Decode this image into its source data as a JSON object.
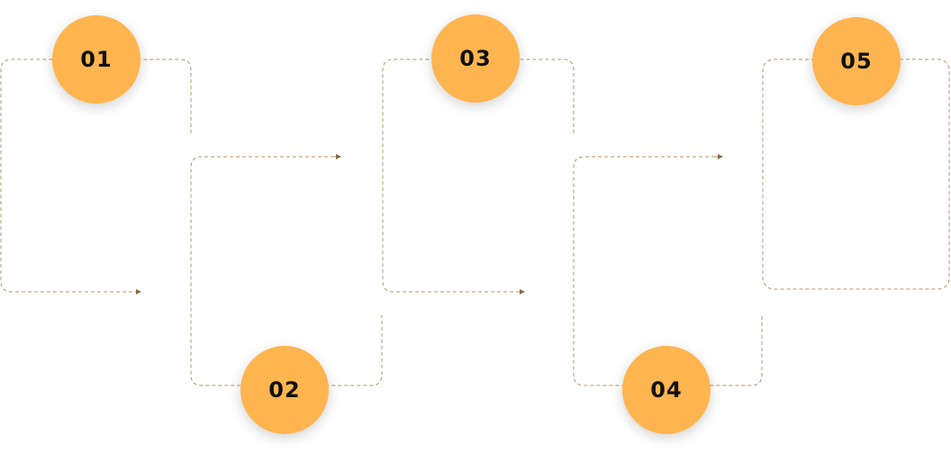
{
  "colors": {
    "circle": "#FFB54F",
    "connector": "#B4946A",
    "text": "#111111"
  },
  "steps": [
    {
      "number": "01"
    },
    {
      "number": "02"
    },
    {
      "number": "03"
    },
    {
      "number": "04"
    },
    {
      "number": "05"
    }
  ]
}
